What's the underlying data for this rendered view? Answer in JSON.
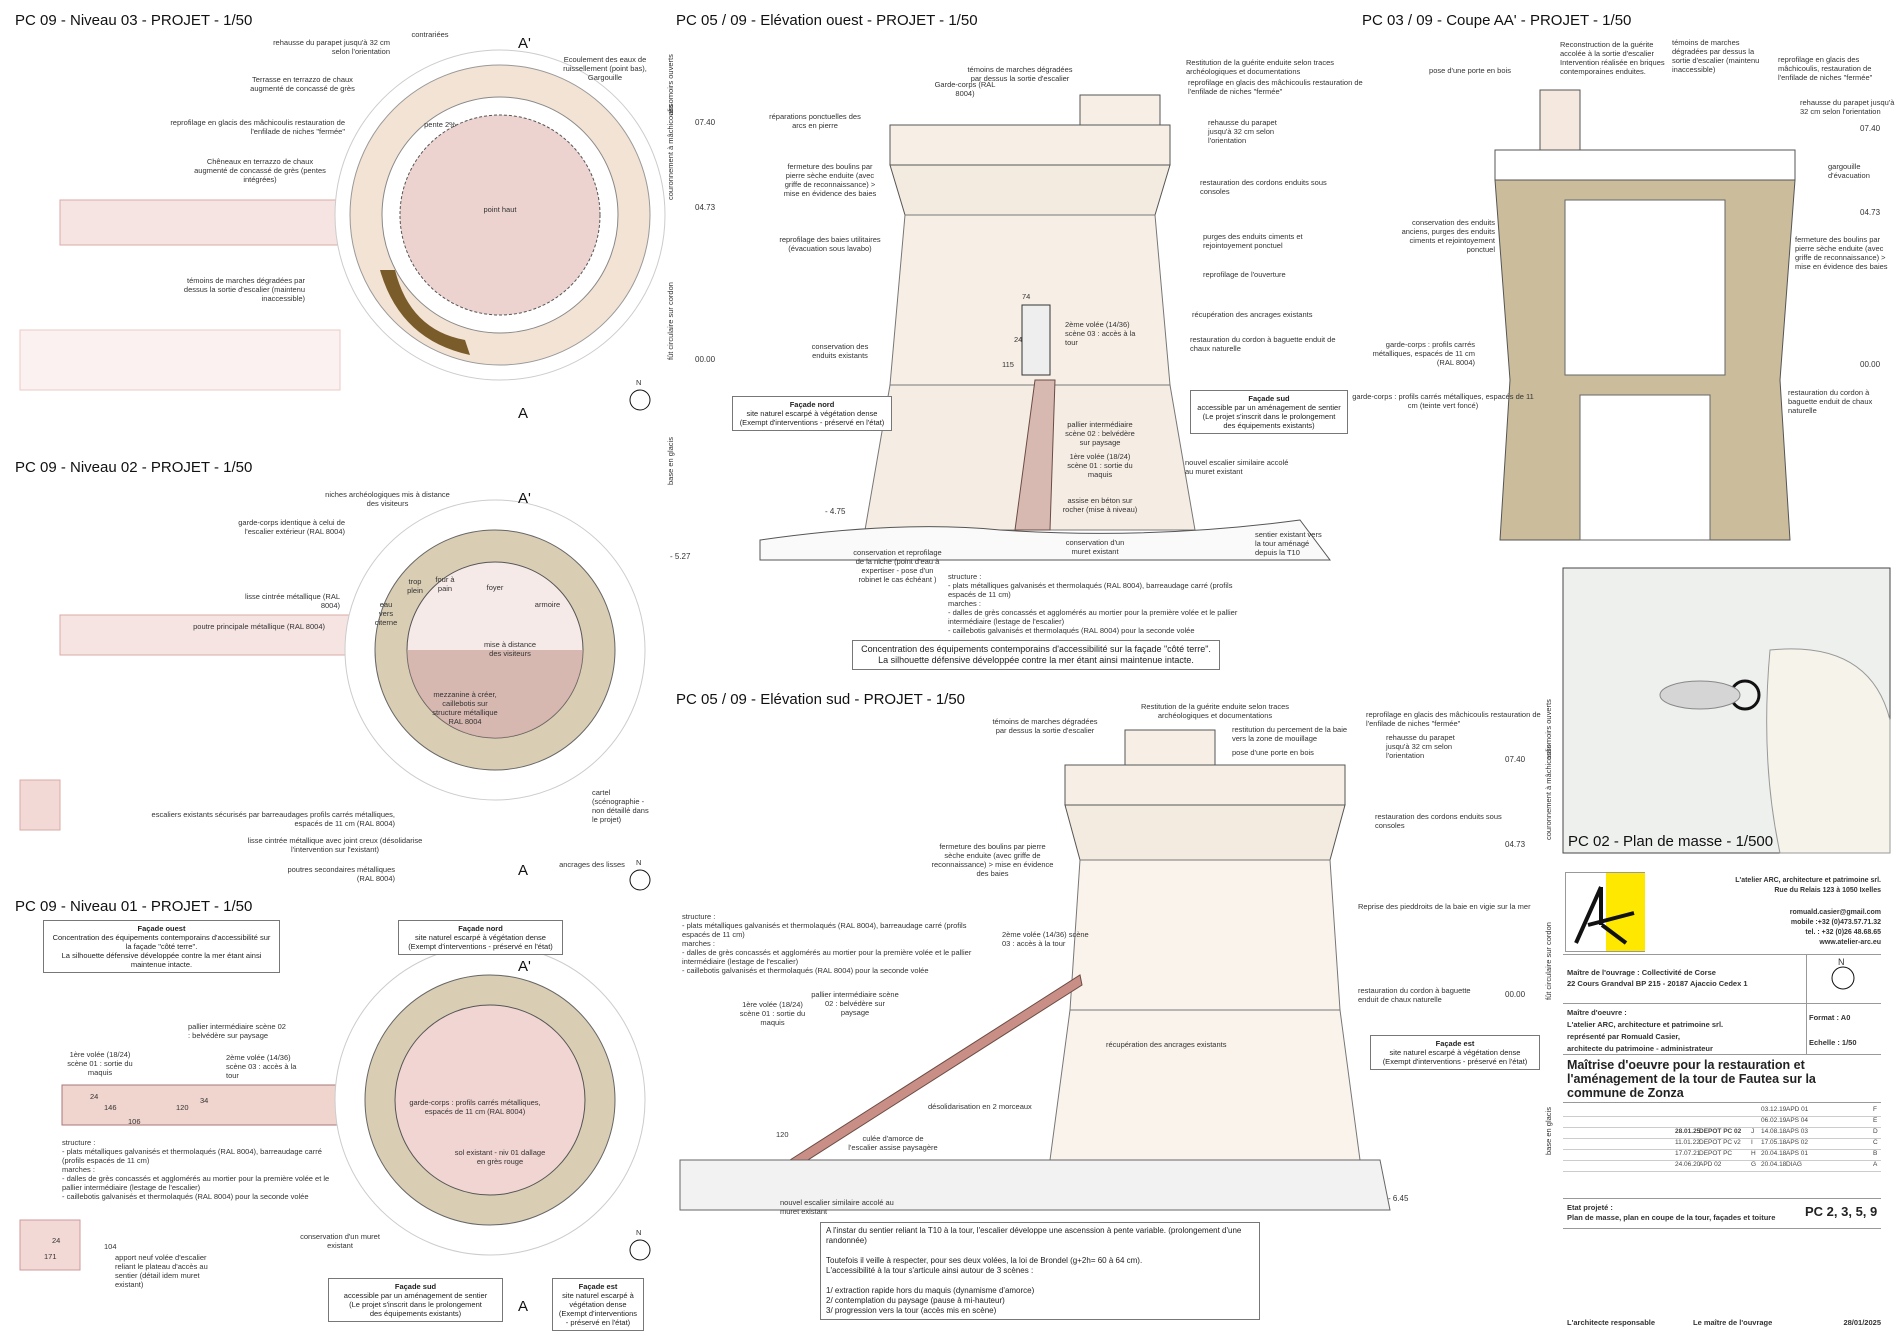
{
  "panels": {
    "n03": "PC 09 - Niveau 03 - PROJET - 1/50",
    "n02": "PC 09 - Niveau 02 - PROJET - 1/50",
    "n01": "PC 09 - Niveau 01 - PROJET - 1/50",
    "ouest": "PC 05 / 09 - Elévation ouest - PROJET - 1/50",
    "sud": "PC 05 / 09 - Elévation sud - PROJET - 1/50",
    "coupe": "PC 03 / 09 - Coupe AA' - PROJET - 1/50",
    "masse": "PC 02 - Plan de masse - 1/500"
  },
  "section_marks": {
    "a": "A",
    "ap": "A'",
    "n": "N"
  },
  "n03": [
    "rehausse du parapet jusqu'à 32 cm selon l'orientation",
    "contrariées",
    "Ecoulement des eaux de ruissellement (point bas), Gargouille",
    "Terrasse en terrazzo de chaux augmenté de concassé de grès",
    "reprofilage en glacis des mâchicoulis restauration de l'enfilade de niches \"fermée\"",
    "Chêneaux en terrazzo de chaux augmenté de concassé de grès (pentes intégrées)",
    "témoins de marches dégradées par dessus la sortie d'escalier (maintenu inaccessible)",
    "point haut",
    "pente 2%"
  ],
  "n02": [
    "niches archéologiques mis à distance des visiteurs",
    "garde-corps identique à celui de l'escalier extérieur (RAL 8004)",
    "lisse cintrée métallique (RAL 8004)",
    "poutre principale métallique (RAL 8004)",
    "escaliers existants sécurisés par barreaudages profils carrés métalliques, espacés de 11 cm (RAL 8004)",
    "lisse cintrée métallique avec joint creux (désolidarise l'intervention sur l'existant)",
    "poutres secondaires métalliques (RAL 8004)",
    "ancrages des lisses",
    "cartel (scénographie - non détaillé dans le projet)",
    "mezzanine à créer, caillebotis sur structure métallique RAL 8004",
    "mise à distance des visiteurs",
    "four à pain",
    "trop plein",
    "eau vers citerne",
    "foyer",
    "armoire"
  ],
  "n01": [
    "1ère volée (18/24) scène 01 : sortie du maquis",
    "pallier intermédiaire scène 02 : belvédère sur paysage",
    "2ème volée (14/36) scène 03 : accès à la tour",
    "garde-corps : profils carrés métalliques, espacés de 11 cm (RAL 8004)",
    "sol existant - niv 01 dallage en grès rouge",
    "structure :\n- plats métalliques galvanisés et thermolaqués (RAL 8004), barreaudage carré (profils espacés de 11 cm)\nmarches :\n- dalles de grès concassés et agglomérés au mortier pour la première volée et le pallier intermédiaire (lestage de l'escalier)\n- caillebotis galvanisés et thermolaqués (RAL 8004) pour la seconde volée",
    "conservation d'un muret existant",
    "apport neuf volée d'escalier reliant le plateau d'accès au sentier (détail idem muret existant)"
  ],
  "dims": {
    "d24": "24",
    "d146": "146",
    "d106": "106",
    "d120": "120",
    "d34": "34",
    "d24b": "24",
    "d171": "171",
    "d104": "104",
    "d74": "74",
    "d115": "115",
    "d24c": "24",
    "d120b": "120"
  },
  "notes": {
    "ouest_n01": {
      "title": "Façade ouest",
      "text": "Concentration des équipements contemporains d'accessibilité sur la façade \"côté terre\".\nLa silhouette défensive développée contre la mer étant ainsi maintenue intacte."
    },
    "nord_n01": {
      "title": "Façade nord",
      "text": "site naturel escarpé à végétation dense\n(Exempt d'interventions - préservé en l'état)"
    },
    "sud_n01": {
      "title": "Façade sud",
      "text": "accessible par un aménagement de sentier\n(Le projet s'inscrit dans le prolongement\ndes équipements existants)"
    },
    "est_n01": {
      "title": "Façade est",
      "text": "site naturel escarpé à\nvégétation dense\n(Exempt d'interventions\n- préservé en l'état)"
    },
    "nord_o": {
      "title": "Façade nord",
      "text": "site naturel escarpé à végétation dense\n(Exempt d'interventions - préservé en l'état)"
    },
    "sud_o": {
      "title": "Façade sud",
      "text": "accessible par un aménagement de sentier\n(Le projet s'inscrit dans le prolongement\ndes équipements existants)"
    },
    "concentration": {
      "text": "Concentration des équipements contemporains d'accessibilité sur la façade \"côté terre\".\nLa silhouette défensive développée contre la mer étant ainsi maintenue intacte."
    },
    "est_s": {
      "title": "Façade est",
      "text": "site naturel escarpé à végétation dense\n(Exempt d'interventions - préservé en l'état)"
    },
    "brondel": "A l'instar du sentier reliant la T10 à la tour, l'escalier développe une ascenssion à pente variable. (prolongement d'une randonnée)\n\nToutefois il veille à respecter, pour ses deux volées, la loi de Brondel (g+2h= 60 à 64 cm).\nL'accessibilité à la tour s'articule ainsi autour de 3 scènes :\n\n1/ extraction rapide hors du maquis (dynamisme d'amorce)\n2/ contemplation du paysage (pause à mi-hauteur)\n3/ progression vers la tour (accès mis en scène)"
  },
  "levels": {
    "l740": "07.40",
    "l473": "04.73",
    "l000": "00.00",
    "m475": "- 4.75",
    "m527": "- 5.27",
    "m645": "- 6.45"
  },
  "bands": {
    "b1": "assomoirs ouverts",
    "b2": "couronnement à mâchicoulis",
    "b3": "fût circulaire sur cordon",
    "b4": "base en glacis"
  },
  "ouest": [
    "Garde-corps (RAL 8004)",
    "témoins de marches dégradées par dessus la sortie d'escalier",
    "Restitution de la guérite enduite selon traces archéologiques et documentations",
    "reprofilage en glacis des mâchicoulis restauration de l'enfilade de niches \"fermée\"",
    "réparations ponctuelles des arcs en pierre",
    "rehausse du parapet jusqu'à 32 cm selon l'orientation",
    "fermeture des boulins par pierre sèche enduite (avec griffe de reconnaissance) > mise en évidence des baies",
    "restauration des cordons enduits sous consoles",
    "reprofilage des baies utilitaires (évacuation sous lavabo)",
    "purges des enduits ciments et rejointoyement ponctuel",
    "reprofilage de l'ouverture",
    "récupération des ancrages existants",
    "2ème volée (14/36) scène 03 : accès à la tour",
    "conservation des enduits existants",
    "restauration du cordon à baguette enduit de chaux naturelle",
    "pallier intermédiaire scène 02 : belvédère sur paysage",
    "1ère volée (18/24) scène 01 : sortie du maquis",
    "nouvel escalier similaire accolé au muret existant",
    "assise en béton sur rocher (mise à niveau)",
    "conservation et reprofilage de la niche (point d'eau à expertiser - pose d'un robinet le cas échéant )",
    "conservation d'un muret existant",
    "sentier existant vers la tour aménagé depuis la T10",
    "structure :\n- plats métalliques galvanisés et thermolaqués (RAL 8004), barreaudage carré (profils espacés de 11 cm)\nmarches :\n- dalles de grès concassés et agglomérés au mortier pour la première volée et le pallier intermédiaire (lestage de l'escalier)\n- caillebotis galvanisés et thermolaqués (RAL 8004) pour la seconde volée"
  ],
  "coupe": [
    "pose d'une porte en bois",
    "Reconstruction de la guérite accolée à la sortie d'escalier Intervention réalisée en briques contemporaines enduites.",
    "témoins de marches dégradées par dessus la sortie d'escalier (maintenu inaccessible)",
    "reprofilage en glacis des mâchicoulis, restauration de l'enfilade de niches \"fermée\"",
    "rehausse du parapet jusqu'à 32 cm selon l'orientation",
    "gargouille d'évacuation",
    "conservation des enduits anciens, purges des enduits ciments et rejointoyement ponctuel",
    "fermeture des boulins par pierre sèche enduite (avec griffe de reconnaissance) > mise en évidence des baies",
    "garde-corps : profils carrés métalliques, espacés de 11 cm (RAL 8004)",
    "garde-corps : profils carrés métalliques, espacés de 11 cm (teinte vert foncé)",
    "restauration du cordon à baguette enduit de chaux naturelle"
  ],
  "sud": [
    "Restitution de la guérite enduite selon traces archéologiques et documentations",
    "restitution du percement de la baie vers la zone de mouillage",
    "témoins de marches dégradées par dessus la sortie d'escalier",
    "pose d'une porte en bois",
    "reprofilage en glacis des mâchicoulis restauration de l'enfilade de niches \"fermée\"",
    "rehausse du parapet jusqu'à 32 cm selon l'orientation",
    "restauration des cordons enduits sous consoles",
    "fermeture des boulins par pierre sèche enduite (avec griffe de reconnaissance) > mise en évidence des baies",
    "Reprise des pieddroits de la baie en vigie sur la mer",
    "2ème volée (14/36) scène 03 : accès à la tour",
    "restauration du cordon à baguette enduit de chaux naturelle",
    "pallier intermédiaire scène 02 : belvédère sur paysage",
    "1ère volée (18/24) scène 01 : sortie du maquis",
    "récupération des ancrages existants",
    "désolidarisation en 2 morceaux",
    "culée d'amorce de l'escalier assise paysagère",
    "nouvel escalier similaire accolé au muret existant",
    "structure :\n- plats métalliques galvanisés et thermolaqués (RAL 8004), barreaudage carré (profils espacés de 11 cm)\nmarches :\n- dalles de grès concassés et agglomérés au mortier pour la première volée et le pallier intermédiaire (lestage de l'escalier)\n- caillebotis galvanisés et thermolaqués (RAL 8004) pour la seconde volée"
  ],
  "titleblock": {
    "firm": "L'atelier ARC, architecture et patrimoine srl.",
    "address": "Rue du Relais 123 à 1050 Ixelles",
    "email": "romuald.casier@gmail.com",
    "mobile": "mobile :+32 (0)473.57.71.32",
    "tel": "tel. : +32 (0)26 48.68.65",
    "web": "www.atelier-arc.eu",
    "mo": "Maître de l'ouvrage : Collectivité de Corse",
    "mo_addr": "22 Cours Grandval BP 215 - 20187 Ajaccio Cedex 1",
    "moe_label": "Maître d'oeuvre :",
    "moe1": "L'atelier ARC, architecture et patrimoine srl.",
    "moe2": "représenté par Romuald Casier,",
    "moe3": "architecte du patrimoine - administrateur",
    "format": "Format : A0",
    "echelle": "Echelle : 1/50",
    "north": "N",
    "title": "Maîtrise d'oeuvre pour la restauration et l'aménagement de la tour de Fautea sur la commune de Zonza",
    "revisions": [
      {
        "d1": "",
        "t1": "",
        "c1": "",
        "d2": "03.12.19",
        "t2": "APD 01",
        "c2": "F"
      },
      {
        "d1": "",
        "t1": "",
        "c1": "",
        "d2": "06.02.19",
        "t2": "APS 04",
        "c2": "E"
      },
      {
        "d1": "28.01.25",
        "t1": "DEPOT PC 02",
        "c1": "J",
        "d2": "14.08.18",
        "t2": "APS 03",
        "c2": "D"
      },
      {
        "d1": "11.01.22",
        "t1": "DEPOT PC v2",
        "c1": "I",
        "d2": "17.05.18",
        "t2": "APS 02",
        "c2": "C"
      },
      {
        "d1": "17.07.21",
        "t1": "DEPOT PC",
        "c1": "H",
        "d2": "20.04.18",
        "t2": "APS 01",
        "c2": "B"
      },
      {
        "d1": "24.06.20",
        "t1": "APD 02",
        "c1": "G",
        "d2": "20.04.18",
        "t2": "DIAG",
        "c2": "A"
      }
    ],
    "etat_label": "Etat projeté :",
    "etat": "Plan de masse, plan en coupe de la tour, façades et toiture",
    "pc": "PC 2, 3, 5, 9",
    "sig1": "L'architecte responsable",
    "sig2": "Le maître de l'ouvrage",
    "date": "28/01/2025",
    "logo_text": "AR",
    "logo_color": "#ffe800"
  },
  "colors": {
    "pink": "#f3d9d6",
    "tan": "#d9cdb4",
    "wall": "#efe6d2",
    "stone": "#b9a98a",
    "stair": "#c9a29a"
  }
}
